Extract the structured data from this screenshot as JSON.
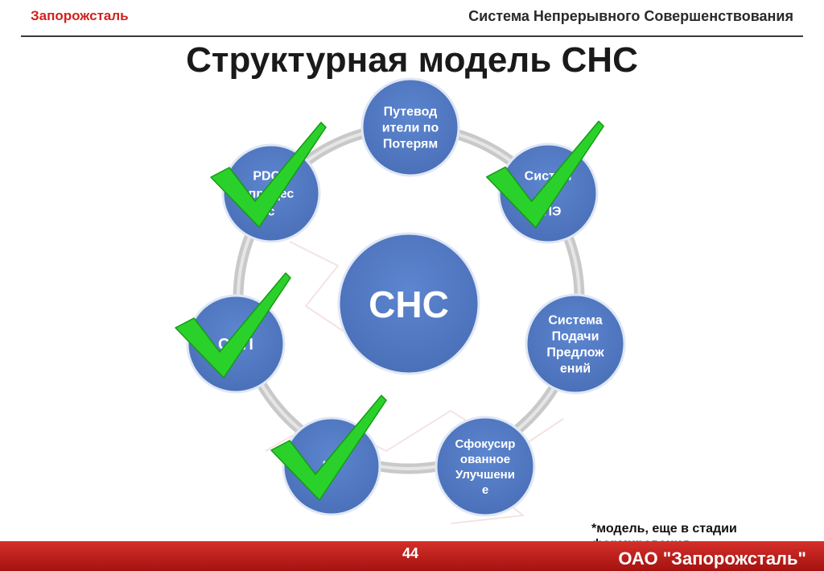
{
  "header": {
    "company": "Запорожсталь",
    "system": "Система Непрерывного Совершенствования"
  },
  "title": "Структурная модель СНС",
  "diagram": {
    "center": "СНС",
    "nodes": [
      {
        "id": "loss-guides",
        "lines": [
          "Путевод",
          "ители по",
          "Потерям"
        ],
        "checked": false
      },
      {
        "id": "kpi-system",
        "lines": [
          "Систем",
          "а",
          "КПЭ"
        ],
        "checked": true
      },
      {
        "id": "suggestion-system",
        "lines": [
          "Система",
          "Подачи",
          "Предлож",
          "ений"
        ],
        "checked": false
      },
      {
        "id": "focused-improvement",
        "lines": [
          "Сфокусир",
          "ованное",
          "Улучшени",
          "е"
        ],
        "checked": false
      },
      {
        "id": "5s",
        "lines": [
          "5С"
        ],
        "checked": true
      },
      {
        "id": "sop",
        "lines": [
          "СОП"
        ],
        "checked": true
      },
      {
        "id": "pdca",
        "lines": [
          "PDCA",
          "процес",
          "с"
        ],
        "checked": true
      }
    ]
  },
  "footnote": "*модель, еще в стадии формирования",
  "footer": {
    "page_number": "44",
    "company": "ОАО \"Запорожсталь\""
  },
  "colors": {
    "brand_red": "#d0221d",
    "node_fill": "#4f78c4",
    "ring": "#c9c9c9",
    "check": "#2bd12b"
  }
}
